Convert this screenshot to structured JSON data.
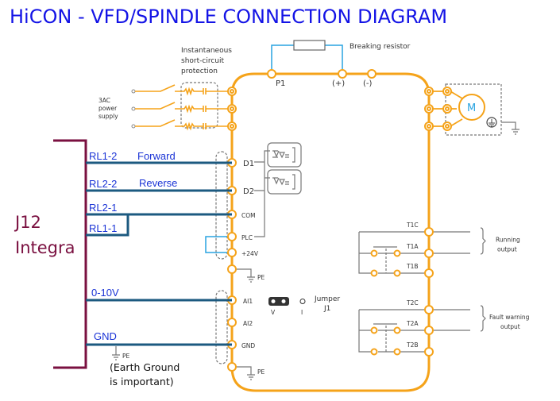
{
  "title": "HiCON - VFD/SPINDLE CONNECTION DIAGRAM",
  "controller": {
    "label_line1": "J12",
    "label_line2": "Integra"
  },
  "power_input": {
    "supply_label": [
      "3AC",
      "power",
      "supply"
    ],
    "protection_label": [
      "Instantaneous",
      "short-circuit",
      "protection"
    ]
  },
  "braking": {
    "label": "Breaking resistor",
    "terminals": [
      "P1",
      "(+)",
      "(-)"
    ]
  },
  "motor": {
    "label": "M"
  },
  "left_terminals": [
    "D1",
    "D2",
    "COM",
    "PLC",
    "+24V",
    "PE",
    "AI1",
    "AI2",
    "GND",
    "PE"
  ],
  "wire_labels": {
    "rl1_2": "RL1-2",
    "forward": "Forward",
    "rl2_2": "RL2-2",
    "reverse": "Reverse",
    "rl2_1": "RL2-1",
    "rl1_1": "RL1-1",
    "analog": "0-10V",
    "gnd": "GND"
  },
  "ground_note": {
    "pe": "PE",
    "line1": "(Earth Ground",
    "line2": "is important)"
  },
  "jumper": {
    "label_line1": "Jumper",
    "label_line2": "J1",
    "pos_v": "V",
    "pos_i": "I"
  },
  "relay_outputs": {
    "running": {
      "terminals": [
        "T1C",
        "T1A",
        "T1B"
      ],
      "label_line1": "Running",
      "label_line2": "output"
    },
    "fault": {
      "terminals": [
        "T2C",
        "T2A",
        "T2B"
      ],
      "label_line1": "Fault warning",
      "label_line2": "output"
    }
  },
  "colors": {
    "title": "#1414e6",
    "vfd_outline": "#f5a31a",
    "signal_wire": "#1c5a80",
    "controller": "#7a1040",
    "resistor_wire": "#29a3e0"
  }
}
